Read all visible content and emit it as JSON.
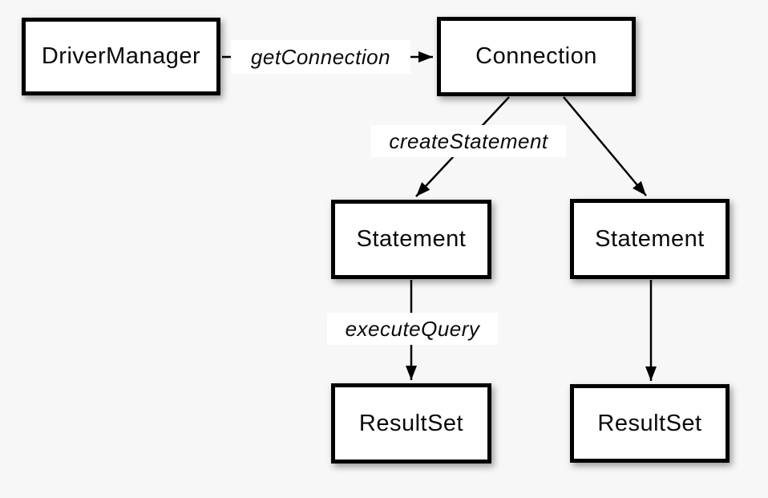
{
  "canvas": {
    "background": "#f7f7f7"
  },
  "diagram": {
    "type": "flowchart",
    "nodes": [
      {
        "id": "driver-manager",
        "label": "DriverManager"
      },
      {
        "id": "connection",
        "label": "Connection"
      },
      {
        "id": "statement-left",
        "label": "Statement"
      },
      {
        "id": "statement-right",
        "label": "Statement"
      },
      {
        "id": "resultset-left",
        "label": "ResultSet"
      },
      {
        "id": "resultset-right",
        "label": "ResultSet"
      }
    ],
    "edges": [
      {
        "from": "DriverManager",
        "to": "Connection",
        "label": "getConnection"
      },
      {
        "from": "Connection",
        "to": "Statement (left)",
        "label": "createStatement"
      },
      {
        "from": "Connection",
        "to": "Statement (right)",
        "label": ""
      },
      {
        "from": "Statement (left)",
        "to": "ResultSet (left)",
        "label": "executeQuery"
      },
      {
        "from": "Statement (right)",
        "to": "ResultSet (right)",
        "label": ""
      }
    ],
    "colors": {
      "node_fill": "#ffffff",
      "node_border": "#000000",
      "line": "#000000",
      "text": "#0a0a0a",
      "label_background": "#ffffff",
      "page_background": "#f7f7f7"
    }
  }
}
